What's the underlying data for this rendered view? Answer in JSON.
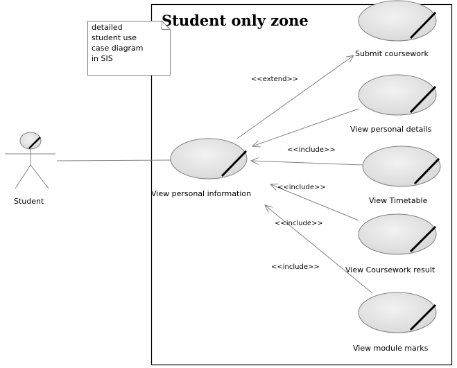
{
  "diagram": {
    "system_boundary": {
      "title": "Student only zone"
    },
    "note": {
      "lines": [
        "detailed",
        "student use",
        "case diagram",
        "in SIS"
      ]
    },
    "actor": {
      "label": "Student"
    },
    "use_cases": {
      "view_personal_information": "View personal information",
      "submit_coursework": "Submit coursework",
      "view_personal_details": "View personal details",
      "view_timetable": "View Timetable",
      "view_coursework_result": "View Coursework result",
      "view_module_marks": "View module marks"
    },
    "relationships": {
      "extend_label": "<<extend>>",
      "include_details": "<<include>>",
      "include_timetable": "<<include>>",
      "include_coursework_result": "<<include>>",
      "include_module_marks": "<<include>>"
    },
    "colors": {
      "usecase_fill": "#e6e6e6",
      "line": "#808080",
      "border": "#000000"
    }
  }
}
